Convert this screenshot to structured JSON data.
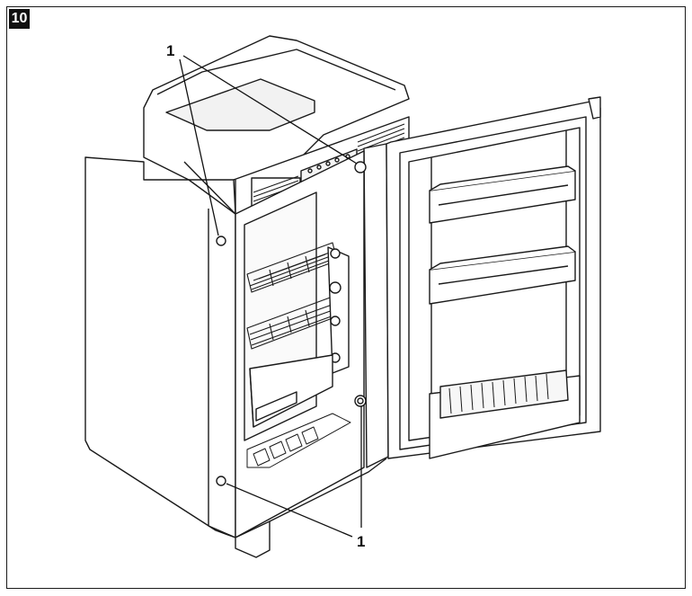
{
  "figure": {
    "number": "10"
  },
  "callouts": [
    {
      "label": "1"
    },
    {
      "label": "1"
    }
  ],
  "colors": {
    "line": "#1a1a1a",
    "fill": "#ffffff",
    "shade": "#e6e6e6"
  }
}
